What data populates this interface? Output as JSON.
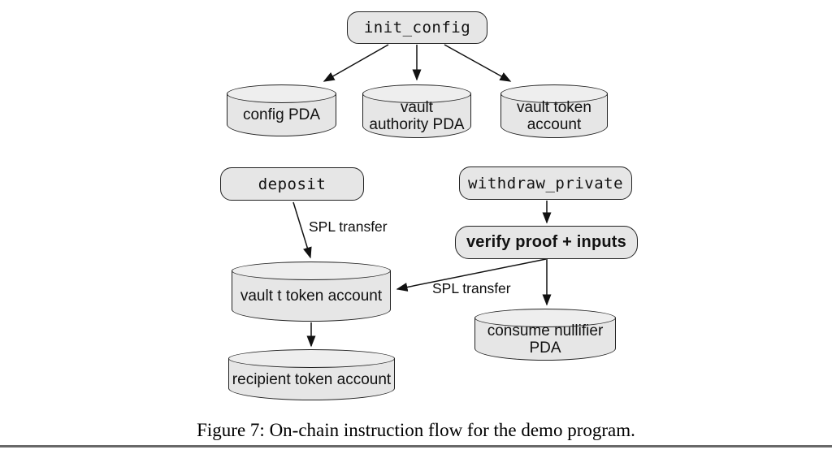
{
  "figure": {
    "caption": "Figure 7: On-chain instruction flow for the demo program."
  },
  "diagram": {
    "nodes": {
      "init_config": "init_config",
      "deposit": "deposit",
      "withdraw_private": "withdraw_private",
      "verify": "verify proof + inputs",
      "config_pda": "config PDA",
      "vault_authority_pda": "vault\nauthority PDA",
      "vault_token_account": "vault token\naccount",
      "vault_t_token_account": "vault t token account",
      "consume_nullifier_pda": "consume nullifier\nPDA",
      "recipient_token_account": "recipient token account"
    },
    "edge_labels": {
      "deposit_transfer": "SPL transfer",
      "withdraw_transfer": "SPL transfer"
    },
    "edges": [
      {
        "from": "init_config",
        "to": "config_pda"
      },
      {
        "from": "init_config",
        "to": "vault_authority_pda"
      },
      {
        "from": "init_config",
        "to": "vault_token_account"
      },
      {
        "from": "deposit",
        "to": "vault_t_token_account",
        "label": "SPL transfer"
      },
      {
        "from": "withdraw_private",
        "to": "verify"
      },
      {
        "from": "verify",
        "to": "vault_t_token_account",
        "label": "SPL transfer"
      },
      {
        "from": "verify",
        "to": "consume_nullifier_pda"
      },
      {
        "from": "vault_t_token_account",
        "to": "recipient_token_account"
      }
    ],
    "colors": {
      "node_fill": "#e6e6e6",
      "node_border": "#222222",
      "arrow": "#111111",
      "background": "#ffffff"
    }
  }
}
